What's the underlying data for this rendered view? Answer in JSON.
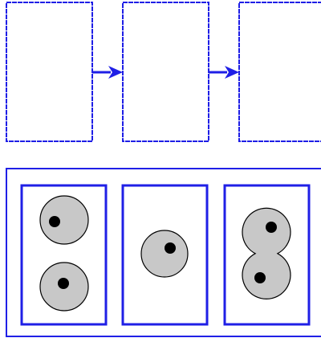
{
  "colors": {
    "frame_stroke": "#1f1fe6",
    "frame_dash": "#9b9bf5",
    "arrow": "#1f1fe6",
    "cell_fill": "#c8c8c8",
    "cell_stroke": "#000000",
    "nucleus": "#000000",
    "background": "#ffffff"
  },
  "top_row": {
    "panel_count": 3,
    "connector_count": 2,
    "connector_icon": "arrow-right-icon"
  },
  "bottom_group": {
    "panels": [
      {
        "name": "two-separate-cells",
        "cell_count": 2
      },
      {
        "name": "single-cell",
        "cell_count": 1
      },
      {
        "name": "dividing-cell",
        "cell_count": 1
      }
    ]
  }
}
